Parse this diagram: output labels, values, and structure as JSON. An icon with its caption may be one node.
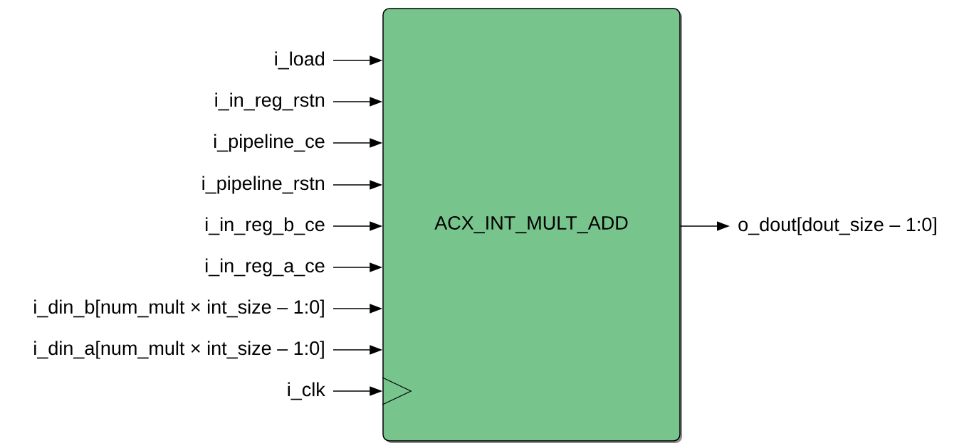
{
  "diagram": {
    "nodes": [
      {
        "text": [
          "ACX_INT_MULT_ADD"
        ]
      },
      {
        "text": [
          "i_load"
        ]
      },
      {
        "text": [
          "i_in_reg_rstn"
        ]
      },
      {
        "text": [
          "i_pipeline_ce"
        ]
      },
      {
        "text": [
          "i_pipeline_rstn"
        ]
      },
      {
        "text": [
          "i_in_reg_b_ce"
        ]
      },
      {
        "text": [
          "i_in_reg_a_ce"
        ]
      },
      {
        "text": [
          "i_din_b[num_mult × int_size – 1:0]"
        ]
      },
      {
        "text": [
          "i_din_a[num_mult × int_size – 1:0]"
        ]
      },
      {
        "text": [
          "i_clk"
        ]
      },
      {
        "text": [
          "o_dout[dout_size – 1:0]"
        ]
      }
    ],
    "edges": [
      {
        "from": 1,
        "to": 0,
        "arrow": "to"
      },
      {
        "from": 2,
        "to": 0,
        "arrow": "to"
      },
      {
        "from": 3,
        "to": 0,
        "arrow": "to"
      },
      {
        "from": 4,
        "to": 0,
        "arrow": "to"
      },
      {
        "from": 5,
        "to": 0,
        "arrow": "to"
      },
      {
        "from": 6,
        "to": 0,
        "arrow": "to"
      },
      {
        "from": 7,
        "to": 0,
        "arrow": "to"
      },
      {
        "from": 8,
        "to": 0,
        "arrow": "to"
      },
      {
        "from": 9,
        "to": 0,
        "arrow": "to"
      },
      {
        "from": 0,
        "to": 10,
        "arrow": "to"
      }
    ]
  }
}
